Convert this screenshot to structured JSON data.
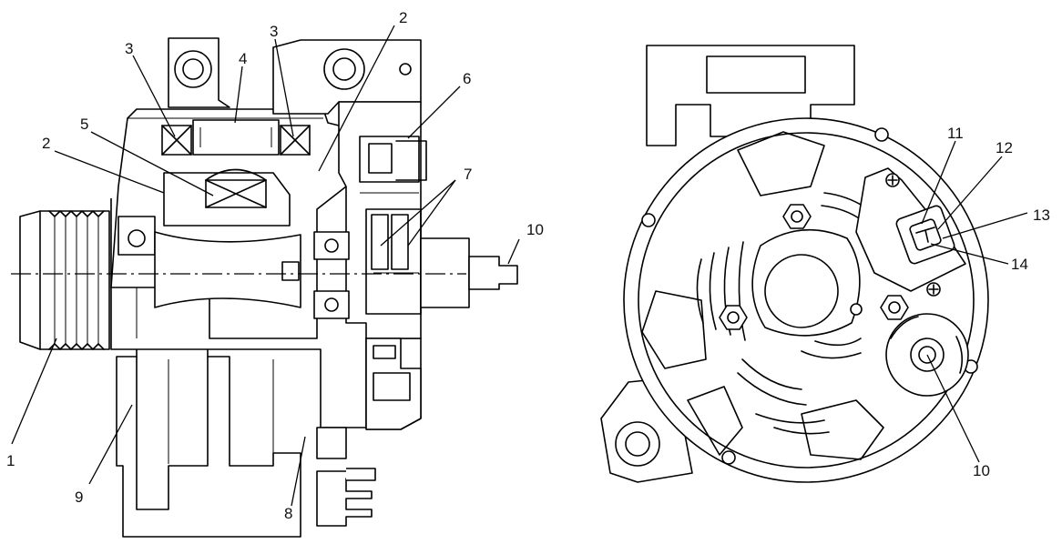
{
  "callouts": {
    "c1": "1",
    "c2a": "2",
    "c2b": "2",
    "c3a": "3",
    "c3b": "3",
    "c4": "4",
    "c5": "5",
    "c6": "6",
    "c7": "7",
    "c8": "8",
    "c9": "9",
    "c10a": "10",
    "c10b": "10",
    "c11": "11",
    "c12": "12",
    "c13": "13",
    "c14": "14"
  }
}
